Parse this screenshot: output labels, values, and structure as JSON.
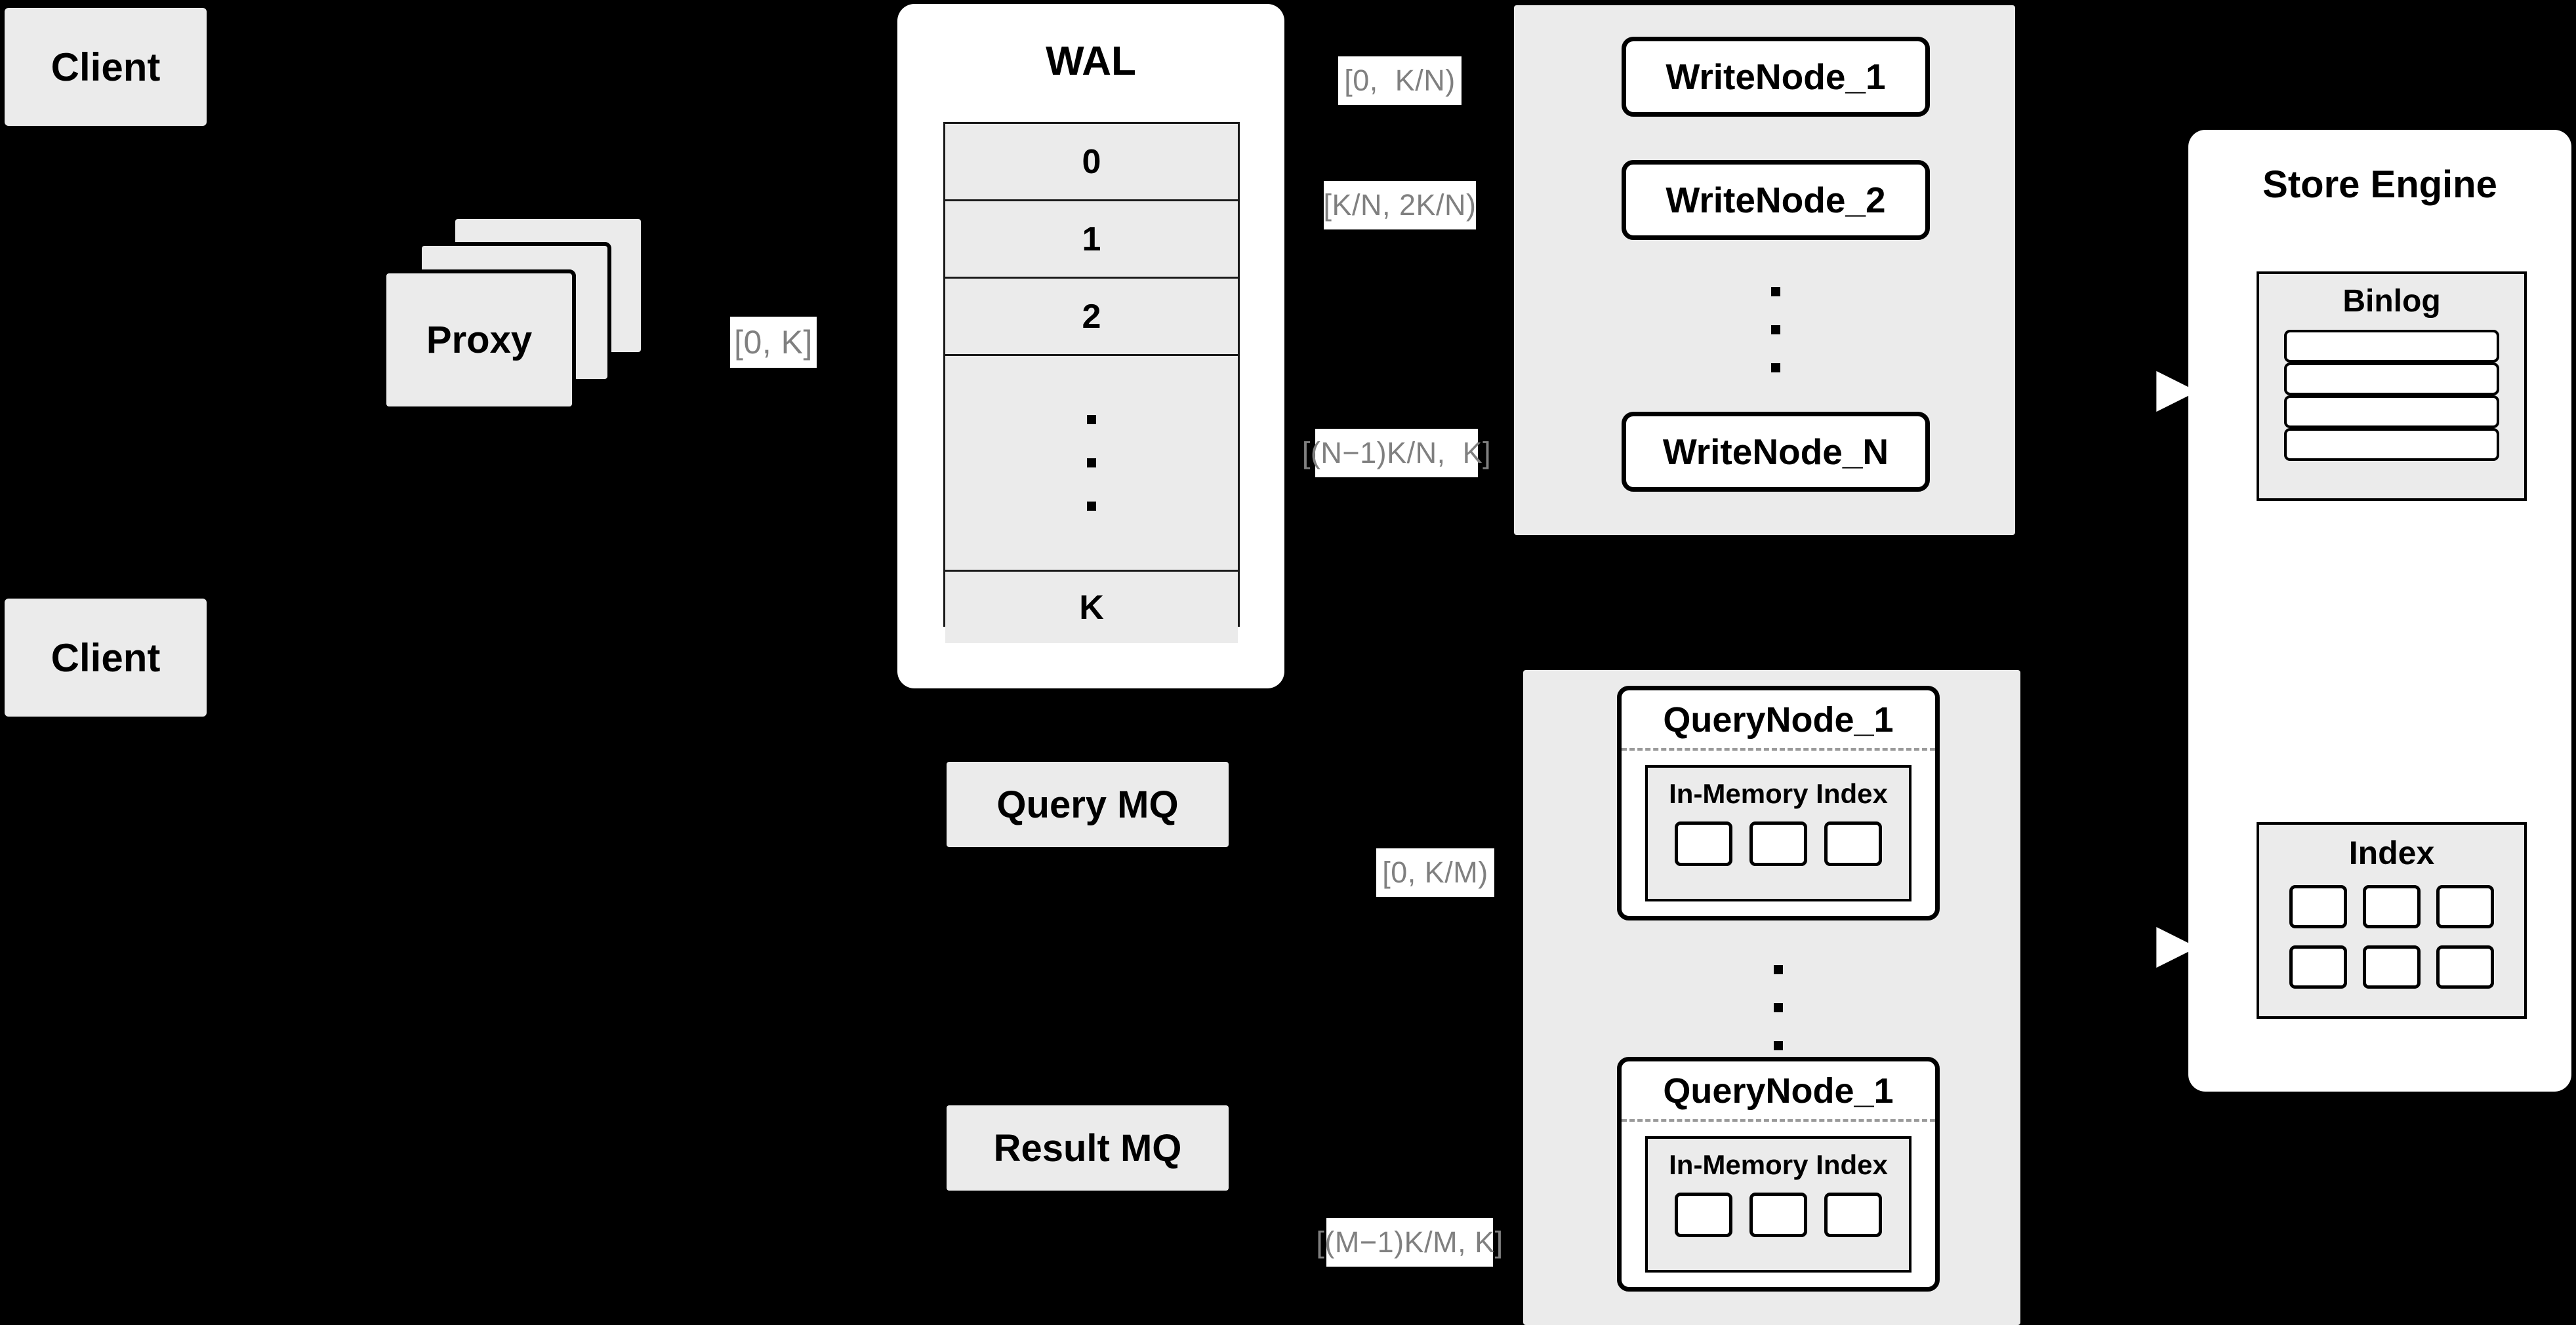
{
  "diagram": {
    "title": "Distributed Write/Query Architecture",
    "colors": {
      "background": "#000000",
      "panel_gray": "#ebebeb",
      "panel_white": "#ffffff",
      "stroke": "#000000",
      "label_text": "#808080",
      "dashed_sep": "#9a9a9a"
    }
  },
  "clients": [
    {
      "label": "Client"
    },
    {
      "label": "Client"
    }
  ],
  "proxy": {
    "label": "Proxy",
    "stack_count": 3
  },
  "wal": {
    "title": "WAL",
    "rows": [
      "0",
      "1",
      "2",
      "⋮",
      "K"
    ],
    "ellipsis_index": 3
  },
  "queues": [
    {
      "label": "Query MQ",
      "name": "query-mq"
    },
    {
      "label": "Result MQ",
      "name": "result-mq"
    }
  ],
  "edge_labels": {
    "proxy_to_wal": "[0, K]",
    "write_node_1": "[0,  K/N)",
    "write_node_2": "[K/N, 2K/N)",
    "write_node_n": "[(N−1)K/N,  K]",
    "query_node_1": "[0, K/M)",
    "query_node_m": "[(M−1)K/M, K]"
  },
  "write_nodes": {
    "items": [
      {
        "label": "WriteNode_1"
      },
      {
        "label": "WriteNode_2"
      },
      {
        "label": "WriteNode_N"
      }
    ],
    "ellipsis": "⋮"
  },
  "query_nodes": {
    "items": [
      {
        "label": "QueryNode_1",
        "index_title": "In-Memory Index",
        "cells": 3
      },
      {
        "label": "QueryNode_1",
        "index_title": "In-Memory Index",
        "cells": 3
      }
    ],
    "ellipsis": "⋮"
  },
  "store_engine": {
    "title": "Store Engine",
    "binlog": {
      "title": "Binlog",
      "row_count": 4
    },
    "index": {
      "title": "Index",
      "cell_count": 6,
      "columns": 3,
      "rows": 2
    }
  }
}
